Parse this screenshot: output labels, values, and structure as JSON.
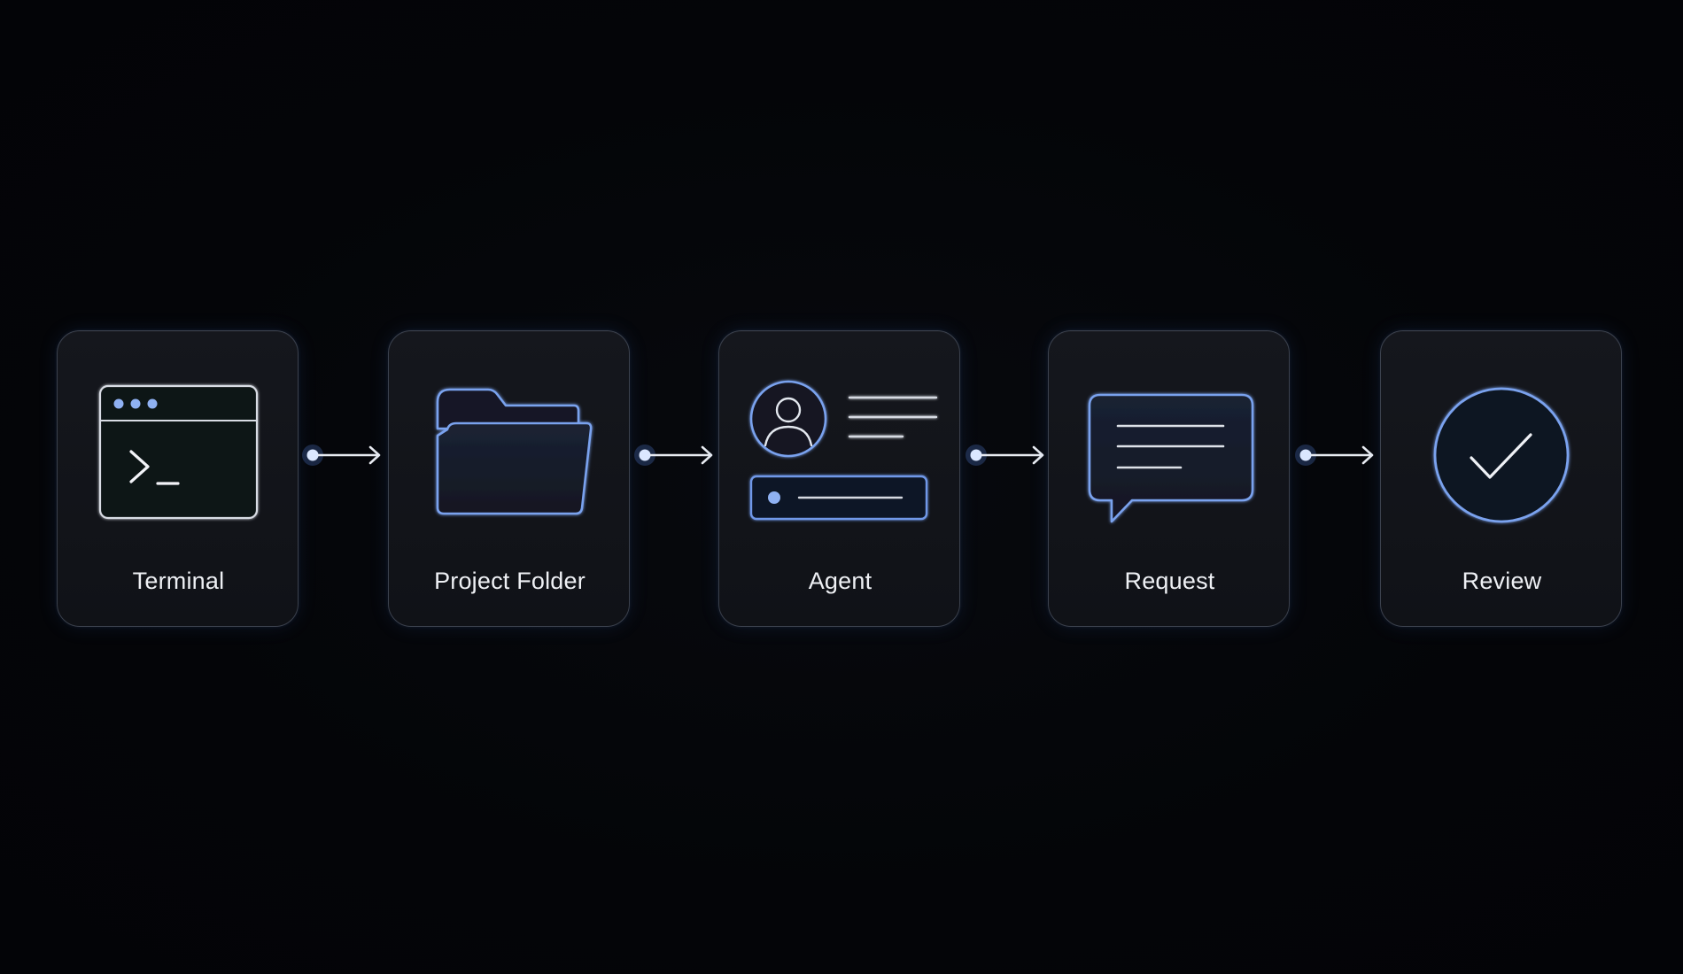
{
  "colors": {
    "background": "#040508",
    "card_border": "#3b414d",
    "icon_white": "#dfe3ea",
    "icon_blue": "#6f98e8",
    "dot_blue": "#cfe0ff"
  },
  "steps": [
    {
      "label": "Terminal",
      "icon": "terminal-icon"
    },
    {
      "label": "Project Folder",
      "icon": "folder-icon"
    },
    {
      "label": "Agent",
      "icon": "agent-profile-icon"
    },
    {
      "label": "Request",
      "icon": "chat-bubble-icon"
    },
    {
      "label": "Review",
      "icon": "checkmark-circle-icon"
    }
  ],
  "connectors": [
    "arrow-right-icon",
    "arrow-right-icon",
    "arrow-right-icon",
    "arrow-right-icon"
  ]
}
